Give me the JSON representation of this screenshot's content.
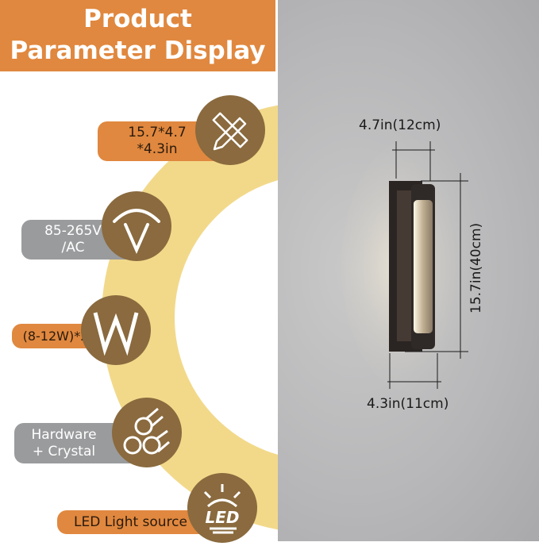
{
  "header": {
    "line1": "Product",
    "line2": "Parameter Display"
  },
  "params": [
    {
      "icon": "ruler-pencil-icon",
      "line1": "15.7*4.7",
      "line2": "*4.3in"
    },
    {
      "icon": "voltage-icon",
      "line1": "85-265V",
      "line2": "/AC"
    },
    {
      "icon": "watt-icon",
      "line1": "(8-12W)*2"
    },
    {
      "icon": "material-pipes-icon",
      "line1": "Hardware",
      "line2": "+ Crystal"
    },
    {
      "icon": "led-icon",
      "line1": "LED Light source",
      "icon_text": "LED"
    }
  ],
  "dimensions": {
    "width_top": "4.7in(12cm)",
    "height": "15.7in(40cm)",
    "width_bottom": "4.3in(11cm)"
  },
  "colors": {
    "orange": "#e0883f",
    "gray": "#9a9b9d",
    "badge": "#8a6a3e",
    "ring": "#f2d98a"
  }
}
